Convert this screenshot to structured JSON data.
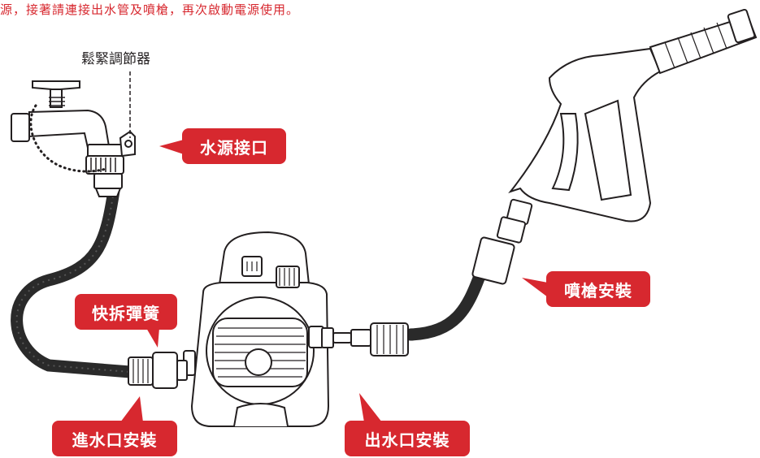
{
  "caption": "源，接著請連接出水管及噴槍，再次啟動電源使用。",
  "labels": {
    "adjuster": "鬆緊調節器",
    "water_inlet": "水源接口",
    "quick_release": "快拆彈簧",
    "gun_install": "噴槍安裝",
    "inlet_install": "進水口安裝",
    "outlet_install": "出水口安裝"
  },
  "colors": {
    "accent": "#d7282f",
    "line": "#231f20",
    "hose": "#2a2a2a"
  }
}
